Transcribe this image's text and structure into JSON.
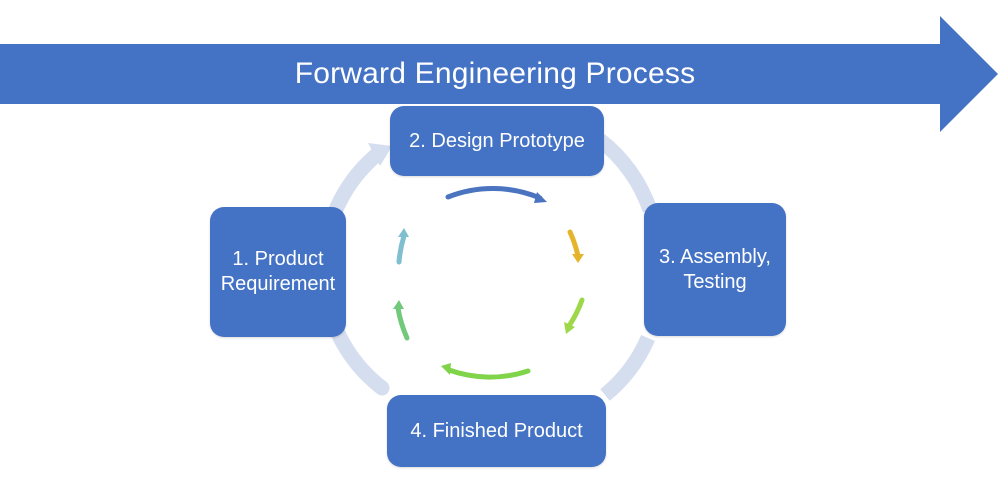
{
  "banner": {
    "title": "Forward Engineering Process"
  },
  "steps": [
    {
      "label": "1. Product\nRequirement"
    },
    {
      "label": "2. Design Prototype"
    },
    {
      "label": "3. Assembly,\nTesting"
    },
    {
      "label": "4. Finished Product"
    }
  ],
  "colors": {
    "box_fill": "#4472c4",
    "banner_fill": "#4472c4",
    "outer_ring": "#d5deef",
    "arrow_top": "#4a73c0",
    "arrow_right_top": "#e6b32c",
    "arrow_right_bottom": "#9ed84a",
    "arrow_bottom": "#7fd44a",
    "arrow_left_bottom": "#72c97c",
    "arrow_left_top": "#7fbfd0"
  }
}
